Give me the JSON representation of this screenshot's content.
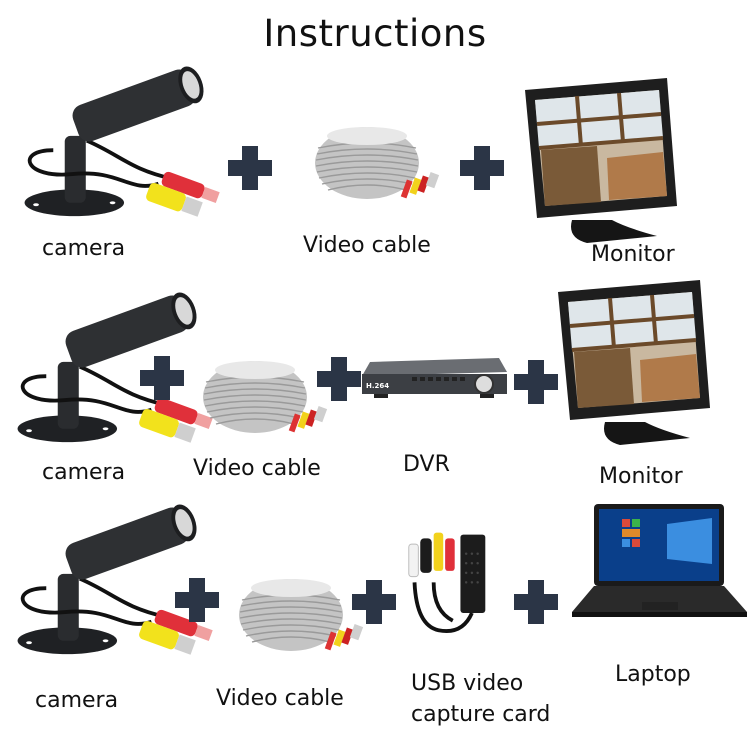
{
  "title": "Instructions",
  "colors": {
    "plus": "#2b3546",
    "camera_body": "#2a2c2f",
    "connector_yellow": "#f2e21c",
    "connector_red": "#e0303a",
    "cable_gray": "#b9b9b9",
    "monitor_bezel": "#1e1e1e"
  },
  "rows": [
    {
      "items": [
        {
          "label": "camera",
          "icon": "bullet-camera-icon"
        },
        {
          "label": "Video cable",
          "icon": "video-cable-coil-icon"
        },
        {
          "label": "Monitor",
          "icon": "lcd-monitor-icon"
        }
      ]
    },
    {
      "items": [
        {
          "label": "camera",
          "icon": "bullet-camera-icon"
        },
        {
          "label": "Video cable",
          "icon": "video-cable-coil-icon"
        },
        {
          "label": "DVR",
          "icon": "dvr-recorder-icon",
          "badge": "H.264"
        },
        {
          "label": "Monitor",
          "icon": "lcd-monitor-icon"
        }
      ]
    },
    {
      "items": [
        {
          "label": "camera",
          "icon": "bullet-camera-icon"
        },
        {
          "label": "Video cable",
          "icon": "video-cable-coil-icon"
        },
        {
          "label": "USB video",
          "label2": "capture card",
          "icon": "usb-capture-card-icon"
        },
        {
          "label": "Laptop",
          "icon": "laptop-icon"
        }
      ]
    }
  ]
}
